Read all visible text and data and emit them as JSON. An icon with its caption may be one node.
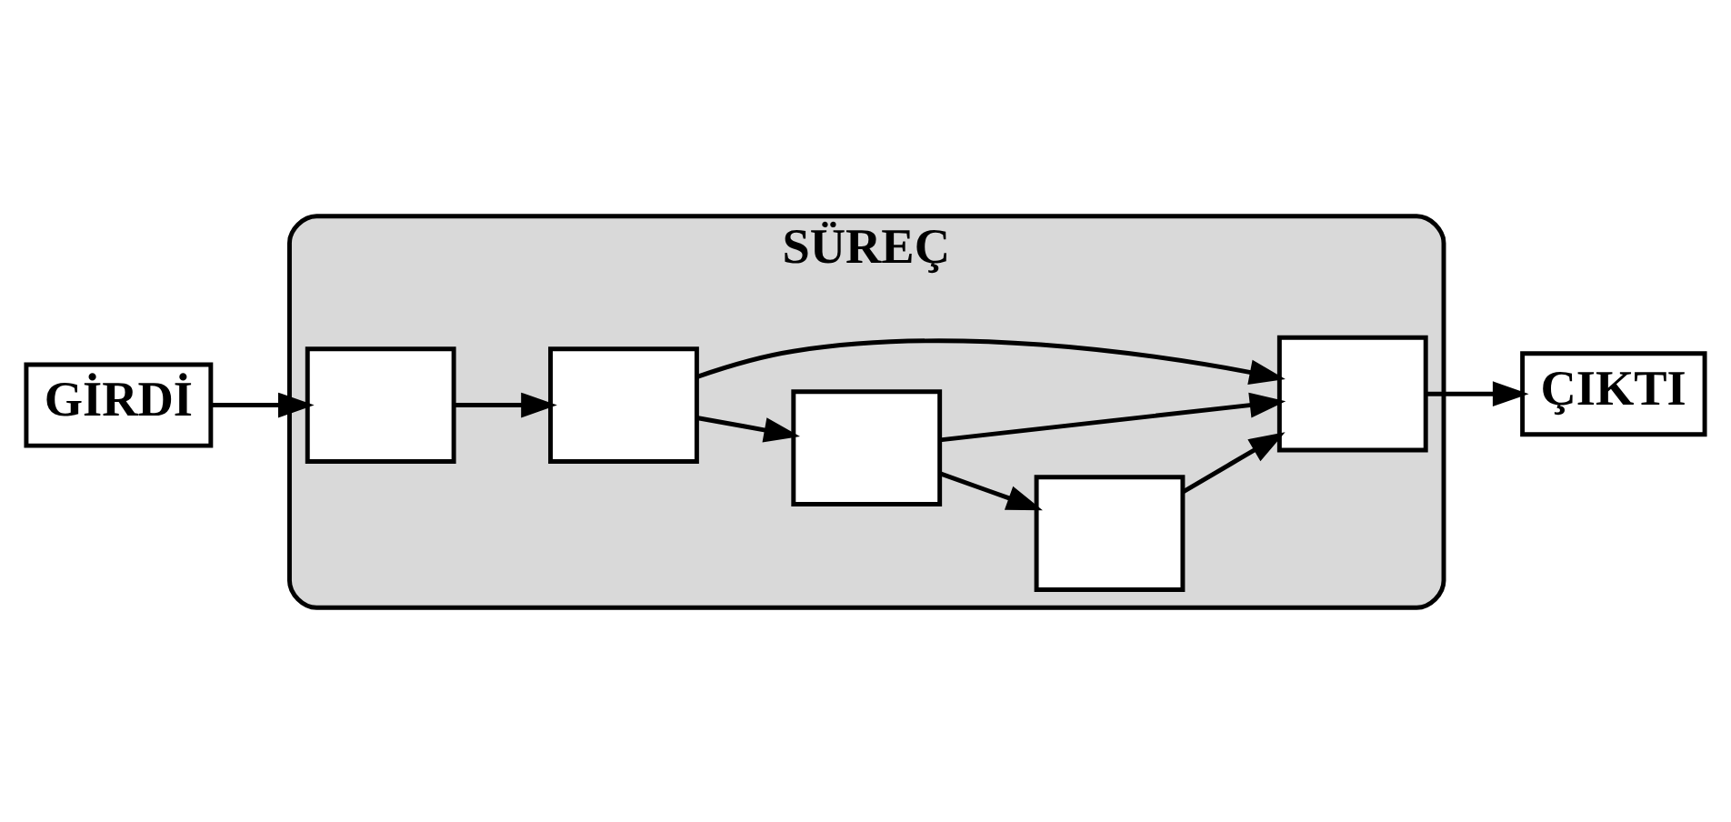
{
  "diagram": {
    "nodes": [
      {
        "text": [
          "GİRDİ"
        ]
      },
      {
        "text": [
          "SÜREÇ"
        ]
      },
      {
        "text": [],
        "shape": "box",
        "in": 1
      },
      {
        "text": [],
        "shape": "box",
        "in": 1
      },
      {
        "text": [],
        "shape": "box",
        "in": 1
      },
      {
        "text": [],
        "shape": "box",
        "in": 1
      },
      {
        "text": [],
        "shape": "box",
        "in": 1
      },
      {
        "text": [
          "ÇIKTI"
        ]
      }
    ],
    "edges": [
      {
        "from": 0,
        "to": 2,
        "arrow": "to"
      },
      {
        "from": 2,
        "to": 3,
        "arrow": "to"
      },
      {
        "from": 3,
        "to": 4,
        "arrow": "to"
      },
      {
        "from": 3,
        "to": 6,
        "arrow": "to"
      },
      {
        "from": 4,
        "to": 5,
        "arrow": "to"
      },
      {
        "from": 5,
        "to": 6,
        "arrow": "to"
      },
      {
        "from": 4,
        "to": 6,
        "arrow": "to"
      },
      {
        "from": 6,
        "to": 7,
        "arrow": "to"
      }
    ]
  }
}
